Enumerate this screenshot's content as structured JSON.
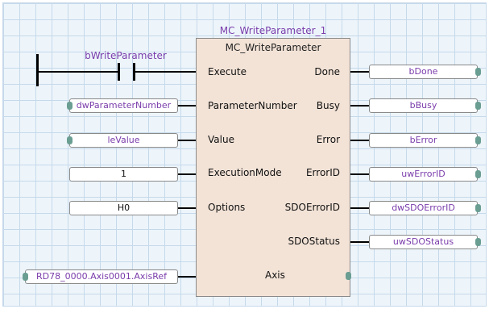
{
  "instance_name": "MC_WriteParameter_1",
  "block_type": "MC_WriteParameter",
  "contact_label": "bWriteParameter",
  "inputs": [
    {
      "pin": "Execute",
      "value": ""
    },
    {
      "pin": "ParameterNumber",
      "value": "dwParameterNumber"
    },
    {
      "pin": "Value",
      "value": "leValue"
    },
    {
      "pin": "ExecutionMode",
      "value": "1"
    },
    {
      "pin": "Options",
      "value": "H0"
    },
    {
      "pin": "Axis",
      "value": "RD78_0000.Axis0001.AxisRef"
    }
  ],
  "outputs": [
    {
      "pin": "Done",
      "value": "bDone"
    },
    {
      "pin": "Busy",
      "value": "bBusy"
    },
    {
      "pin": "Error",
      "value": "bError"
    },
    {
      "pin": "ErrorID",
      "value": "uwErrorID"
    },
    {
      "pin": "SDOErrorID",
      "value": "dwSDOErrorID"
    },
    {
      "pin": "SDOStatus",
      "value": "uwSDOStatus"
    }
  ],
  "colors": {
    "variable_text": "#7a3cab",
    "block_fill": "#f3e3d7",
    "grid_background": "#edf5fb",
    "connector": "#6b9e92"
  }
}
